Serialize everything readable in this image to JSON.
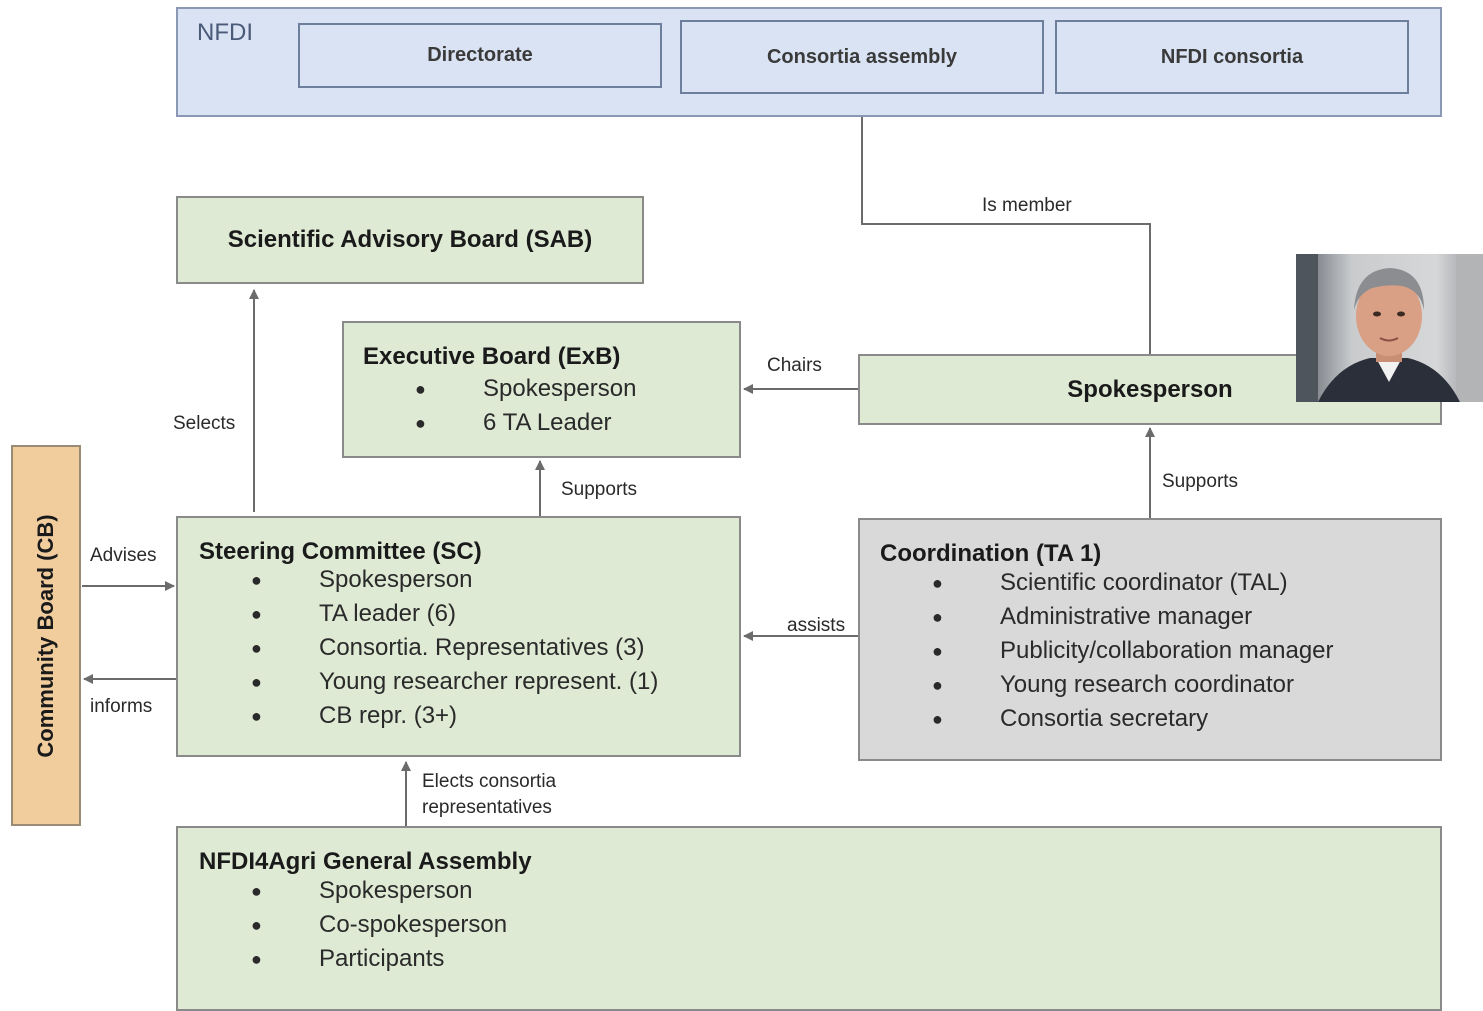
{
  "nfdi": {
    "label": "NFDI",
    "directorate": "Directorate",
    "consortia_assembly": "Consortia assembly",
    "nfdi_consortia": "NFDI consortia"
  },
  "sab": {
    "title": "Scientific Advisory Board (SAB)"
  },
  "exb": {
    "title": "Executive Board (ExB)",
    "items": [
      "Spokesperson",
      "6 TA Leader"
    ]
  },
  "spokesperson": {
    "title": "Spokesperson"
  },
  "community_board": {
    "title": "Community Board (CB)"
  },
  "sc": {
    "title": "Steering Committee (SC)",
    "items": [
      "Spokesperson",
      "TA leader (6)",
      "Consortia. Representatives (3)",
      "Young researcher represent. (1)",
      "CB repr. (3+)"
    ]
  },
  "coordination": {
    "title": "Coordination (TA 1)",
    "items": [
      "Scientific coordinator (TAL)",
      "Administrative manager",
      "Publicity/collaboration manager",
      "Young research coordinator",
      "Consortia secretary"
    ]
  },
  "ga": {
    "title": "NFDI4Agri General Assembly",
    "items": [
      "Spokesperson",
      "Co-spokesperson",
      "Participants"
    ]
  },
  "edges": {
    "is_member": "Is member",
    "chairs": "Chairs",
    "selects": "Selects",
    "supports_exb": "Supports",
    "supports_spokesperson": "Supports",
    "advises": "Advises",
    "informs": "informs",
    "assists": "assists",
    "elects_line1": "Elects consortia",
    "elects_line2": "representatives"
  },
  "colors": {
    "green_box": "#deead4",
    "blue_box": "#dae3f3",
    "grey_box": "#d9d9d9",
    "orange_box": "#f1cd9e",
    "arrow": "#6b6b6b"
  }
}
